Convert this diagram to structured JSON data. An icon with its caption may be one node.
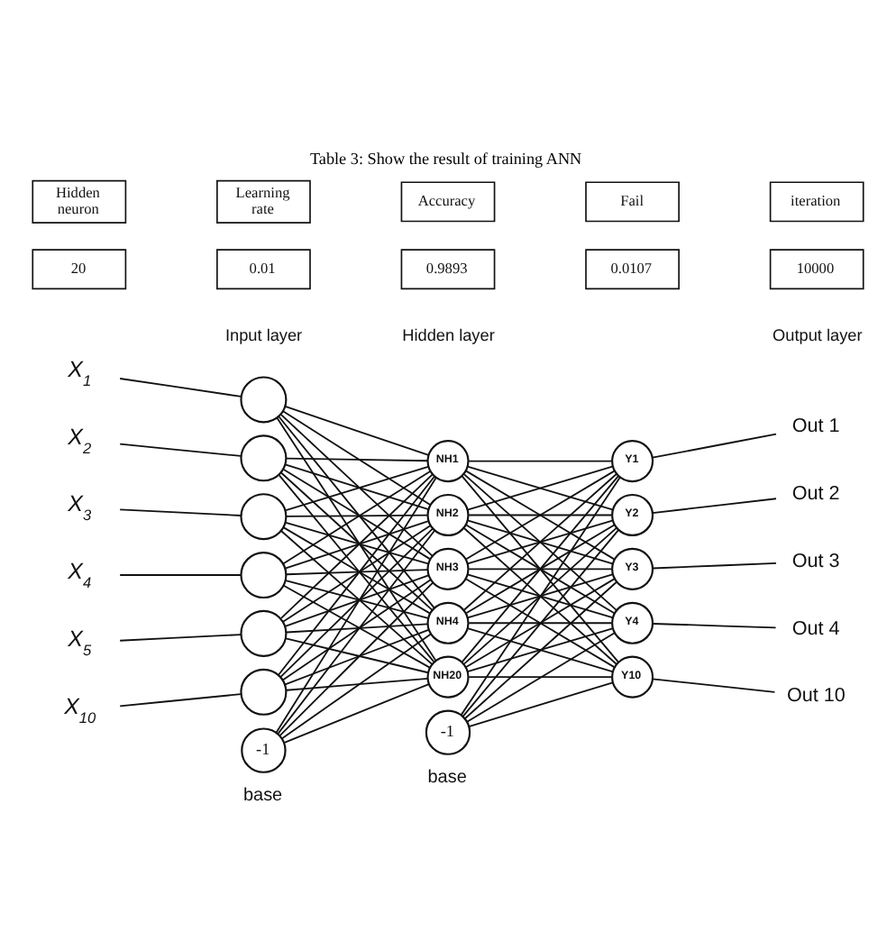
{
  "diagram": {
    "title": "Table 3: Show the result of training ANN",
    "nodes": [
      {
        "text": [
          "X$_{1}$"
        ]
      },
      {
        "text": [
          "X$_{2}$"
        ]
      },
      {
        "text": [
          "X$_{3}$"
        ]
      },
      {
        "text": [
          "X$_{4}$"
        ]
      },
      {
        "text": [
          "X$_{5}$"
        ]
      },
      {
        "text": [
          "X$_{10}$"
        ]
      },
      {
        "text": [],
        "shape": "circle"
      },
      {
        "text": [],
        "shape": "circle"
      },
      {
        "text": [],
        "shape": "circle"
      },
      {
        "text": [],
        "shape": "circle"
      },
      {
        "text": [],
        "shape": "circle"
      },
      {
        "text": [],
        "shape": "circle"
      },
      {
        "text": [
          "-1"
        ],
        "beside": [
          "base"
        ]
      },
      {
        "text": [
          "NH1"
        ]
      },
      {
        "text": [
          "NH2"
        ]
      },
      {
        "text": [
          "NH3"
        ]
      },
      {
        "text": [
          "NH4"
        ]
      },
      {
        "text": [
          "NH20"
        ]
      },
      {
        "text": [
          "-1"
        ],
        "beside": [
          "base"
        ]
      },
      {
        "text": [
          "Y1"
        ]
      },
      {
        "text": [
          "Y2"
        ]
      },
      {
        "text": [
          "Y3"
        ]
      },
      {
        "text": [
          "Y4"
        ]
      },
      {
        "text": [
          "Y10"
        ]
      },
      {
        "text": [
          "Out 1"
        ]
      },
      {
        "text": [
          "Out 2"
        ]
      },
      {
        "text": [
          "Out 3"
        ]
      },
      {
        "text": [
          "Out 4"
        ]
      },
      {
        "text": [
          "Out 10"
        ]
      }
    ],
    "edges": [
      {
        "from": 0,
        "to": 6,
        "arrow": "none"
      },
      {
        "from": 1,
        "to": 7,
        "arrow": "none"
      },
      {
        "from": 2,
        "to": 8,
        "arrow": "none"
      },
      {
        "from": 3,
        "to": 9,
        "arrow": "none"
      },
      {
        "from": 4,
        "to": 10,
        "arrow": "none"
      },
      {
        "from": 5,
        "to": 11,
        "arrow": "none"
      },
      {
        "from": 6,
        "to": 13,
        "arrow": "none"
      },
      {
        "from": 6,
        "to": 14,
        "arrow": "none"
      },
      {
        "from": 6,
        "to": 15,
        "arrow": "none"
      },
      {
        "from": 6,
        "to": 16,
        "arrow": "none"
      },
      {
        "from": 6,
        "to": 17,
        "arrow": "none"
      },
      {
        "from": 7,
        "to": 13,
        "arrow": "none"
      },
      {
        "from": 7,
        "to": 14,
        "arrow": "none"
      },
      {
        "from": 7,
        "to": 15,
        "arrow": "none"
      },
      {
        "from": 7,
        "to": 16,
        "arrow": "none"
      },
      {
        "from": 7,
        "to": 17,
        "arrow": "none"
      },
      {
        "from": 8,
        "to": 13,
        "arrow": "none"
      },
      {
        "from": 8,
        "to": 14,
        "arrow": "none"
      },
      {
        "from": 8,
        "to": 15,
        "arrow": "none"
      },
      {
        "from": 8,
        "to": 16,
        "arrow": "none"
      },
      {
        "from": 8,
        "to": 17,
        "arrow": "none"
      },
      {
        "from": 9,
        "to": 13,
        "arrow": "none"
      },
      {
        "from": 9,
        "to": 14,
        "arrow": "none"
      },
      {
        "from": 9,
        "to": 15,
        "arrow": "none"
      },
      {
        "from": 9,
        "to": 16,
        "arrow": "none"
      },
      {
        "from": 9,
        "to": 17,
        "arrow": "none"
      },
      {
        "from": 10,
        "to": 13,
        "arrow": "none"
      },
      {
        "from": 10,
        "to": 14,
        "arrow": "none"
      },
      {
        "from": 10,
        "to": 15,
        "arrow": "none"
      },
      {
        "from": 10,
        "to": 16,
        "arrow": "none"
      },
      {
        "from": 10,
        "to": 17,
        "arrow": "none"
      },
      {
        "from": 11,
        "to": 13,
        "arrow": "none"
      },
      {
        "from": 11,
        "to": 14,
        "arrow": "none"
      },
      {
        "from": 11,
        "to": 15,
        "arrow": "none"
      },
      {
        "from": 11,
        "to": 16,
        "arrow": "none"
      },
      {
        "from": 11,
        "to": 17,
        "arrow": "none"
      },
      {
        "from": 12,
        "to": 13,
        "arrow": "none"
      },
      {
        "from": 12,
        "to": 14,
        "arrow": "none"
      },
      {
        "from": 12,
        "to": 15,
        "arrow": "none"
      },
      {
        "from": 12,
        "to": 16,
        "arrow": "none"
      },
      {
        "from": 12,
        "to": 17,
        "arrow": "none"
      },
      {
        "from": 13,
        "to": 19,
        "arrow": "none"
      },
      {
        "from": 13,
        "to": 20,
        "arrow": "none"
      },
      {
        "from": 13,
        "to": 21,
        "arrow": "none"
      },
      {
        "from": 13,
        "to": 22,
        "arrow": "none"
      },
      {
        "from": 13,
        "to": 23,
        "arrow": "none"
      },
      {
        "from": 14,
        "to": 19,
        "arrow": "none"
      },
      {
        "from": 14,
        "to": 20,
        "arrow": "none"
      },
      {
        "from": 14,
        "to": 21,
        "arrow": "none"
      },
      {
        "from": 14,
        "to": 22,
        "arrow": "none"
      },
      {
        "from": 14,
        "to": 23,
        "arrow": "none"
      },
      {
        "from": 15,
        "to": 19,
        "arrow": "none"
      },
      {
        "from": 15,
        "to": 20,
        "arrow": "none"
      },
      {
        "from": 15,
        "to": 21,
        "arrow": "none"
      },
      {
        "from": 15,
        "to": 22,
        "arrow": "none"
      },
      {
        "from": 15,
        "to": 23,
        "arrow": "none"
      },
      {
        "from": 16,
        "to": 19,
        "arrow": "none"
      },
      {
        "from": 16,
        "to": 20,
        "arrow": "none"
      },
      {
        "from": 16,
        "to": 21,
        "arrow": "none"
      },
      {
        "from": 16,
        "to": 22,
        "arrow": "none"
      },
      {
        "from": 16,
        "to": 23,
        "arrow": "none"
      },
      {
        "from": 17,
        "to": 19,
        "arrow": "none"
      },
      {
        "from": 17,
        "to": 20,
        "arrow": "none"
      },
      {
        "from": 17,
        "to": 21,
        "arrow": "none"
      },
      {
        "from": 17,
        "to": 22,
        "arrow": "none"
      },
      {
        "from": 17,
        "to": 23,
        "arrow": "none"
      },
      {
        "from": 18,
        "to": 19,
        "arrow": "none"
      },
      {
        "from": 18,
        "to": 20,
        "arrow": "none"
      },
      {
        "from": 18,
        "to": 21,
        "arrow": "none"
      },
      {
        "from": 18,
        "to": 22,
        "arrow": "none"
      },
      {
        "from": 18,
        "to": 23,
        "arrow": "none"
      },
      {
        "from": 19,
        "to": 24,
        "arrow": "none"
      },
      {
        "from": 20,
        "to": 25,
        "arrow": "none"
      },
      {
        "from": 21,
        "to": 26,
        "arrow": "none"
      },
      {
        "from": 22,
        "to": 27,
        "arrow": "none"
      },
      {
        "from": 23,
        "to": 28,
        "arrow": "none"
      }
    ],
    "labels": [
      "Hidden neuron",
      "Learning rate",
      "Accuracy",
      "Fail",
      "iteration",
      "20",
      "0.01",
      "0.9893",
      "0.0107",
      "10000",
      "Input layer",
      "Hidden layer",
      "Output layer"
    ]
  }
}
